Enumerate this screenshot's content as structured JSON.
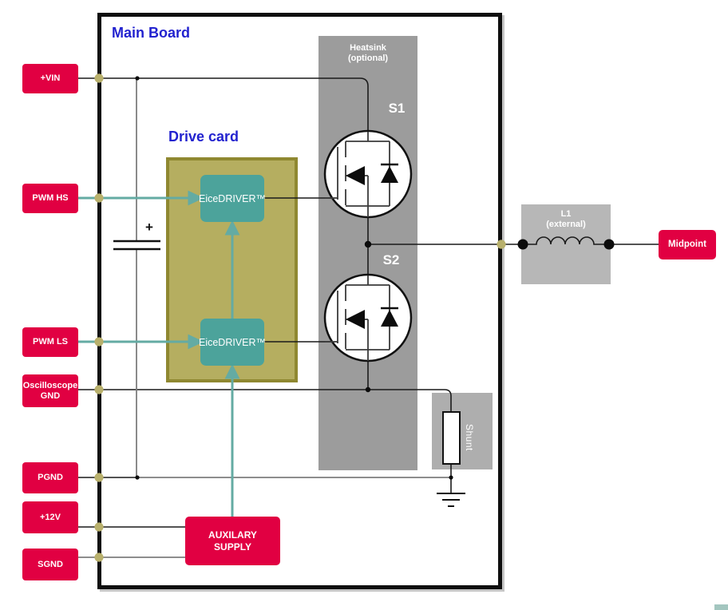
{
  "diagram": {
    "main_board_title": "Main Board",
    "drive_card_title": "Drive card",
    "heatsink": {
      "name": "Heatsink",
      "note": "(optional)"
    },
    "switches": {
      "s1": "S1",
      "s2": "S2"
    },
    "drivers": {
      "hs": "EiceDRIVER™",
      "ls": "EiceDRIVER™"
    },
    "inductor": {
      "name": "L1",
      "note": "(external)"
    },
    "shunt_label": "Shunt",
    "aux_supply": {
      "line1": "AUXILARY",
      "line2": "SUPPLY"
    },
    "midpoint_label": "Midpoint",
    "capacitor_plus": "+",
    "terminals": [
      {
        "label": "+VIN"
      },
      {
        "label": "PWM HS"
      },
      {
        "label": "PWM LS"
      },
      {
        "label": "Oscilloscope GND"
      },
      {
        "label": "PGND"
      },
      {
        "label": "+12V"
      },
      {
        "label": "SGND"
      }
    ],
    "colors": {
      "terminal_red": "#e10042",
      "title_blue": "#2222cf",
      "driver_teal": "#4ca39b",
      "arrow_teal": "#64aba3",
      "drive_card_fill": "#b5ae60",
      "drive_card_border": "#8f8831",
      "connector_dot_olive": "#b8b06c",
      "heatsink_gray": "#9c9c9c",
      "block_gray": "#b7b7b7",
      "wire_black": "#1a1a1a",
      "wire_gray": "#7d7d7d"
    }
  }
}
